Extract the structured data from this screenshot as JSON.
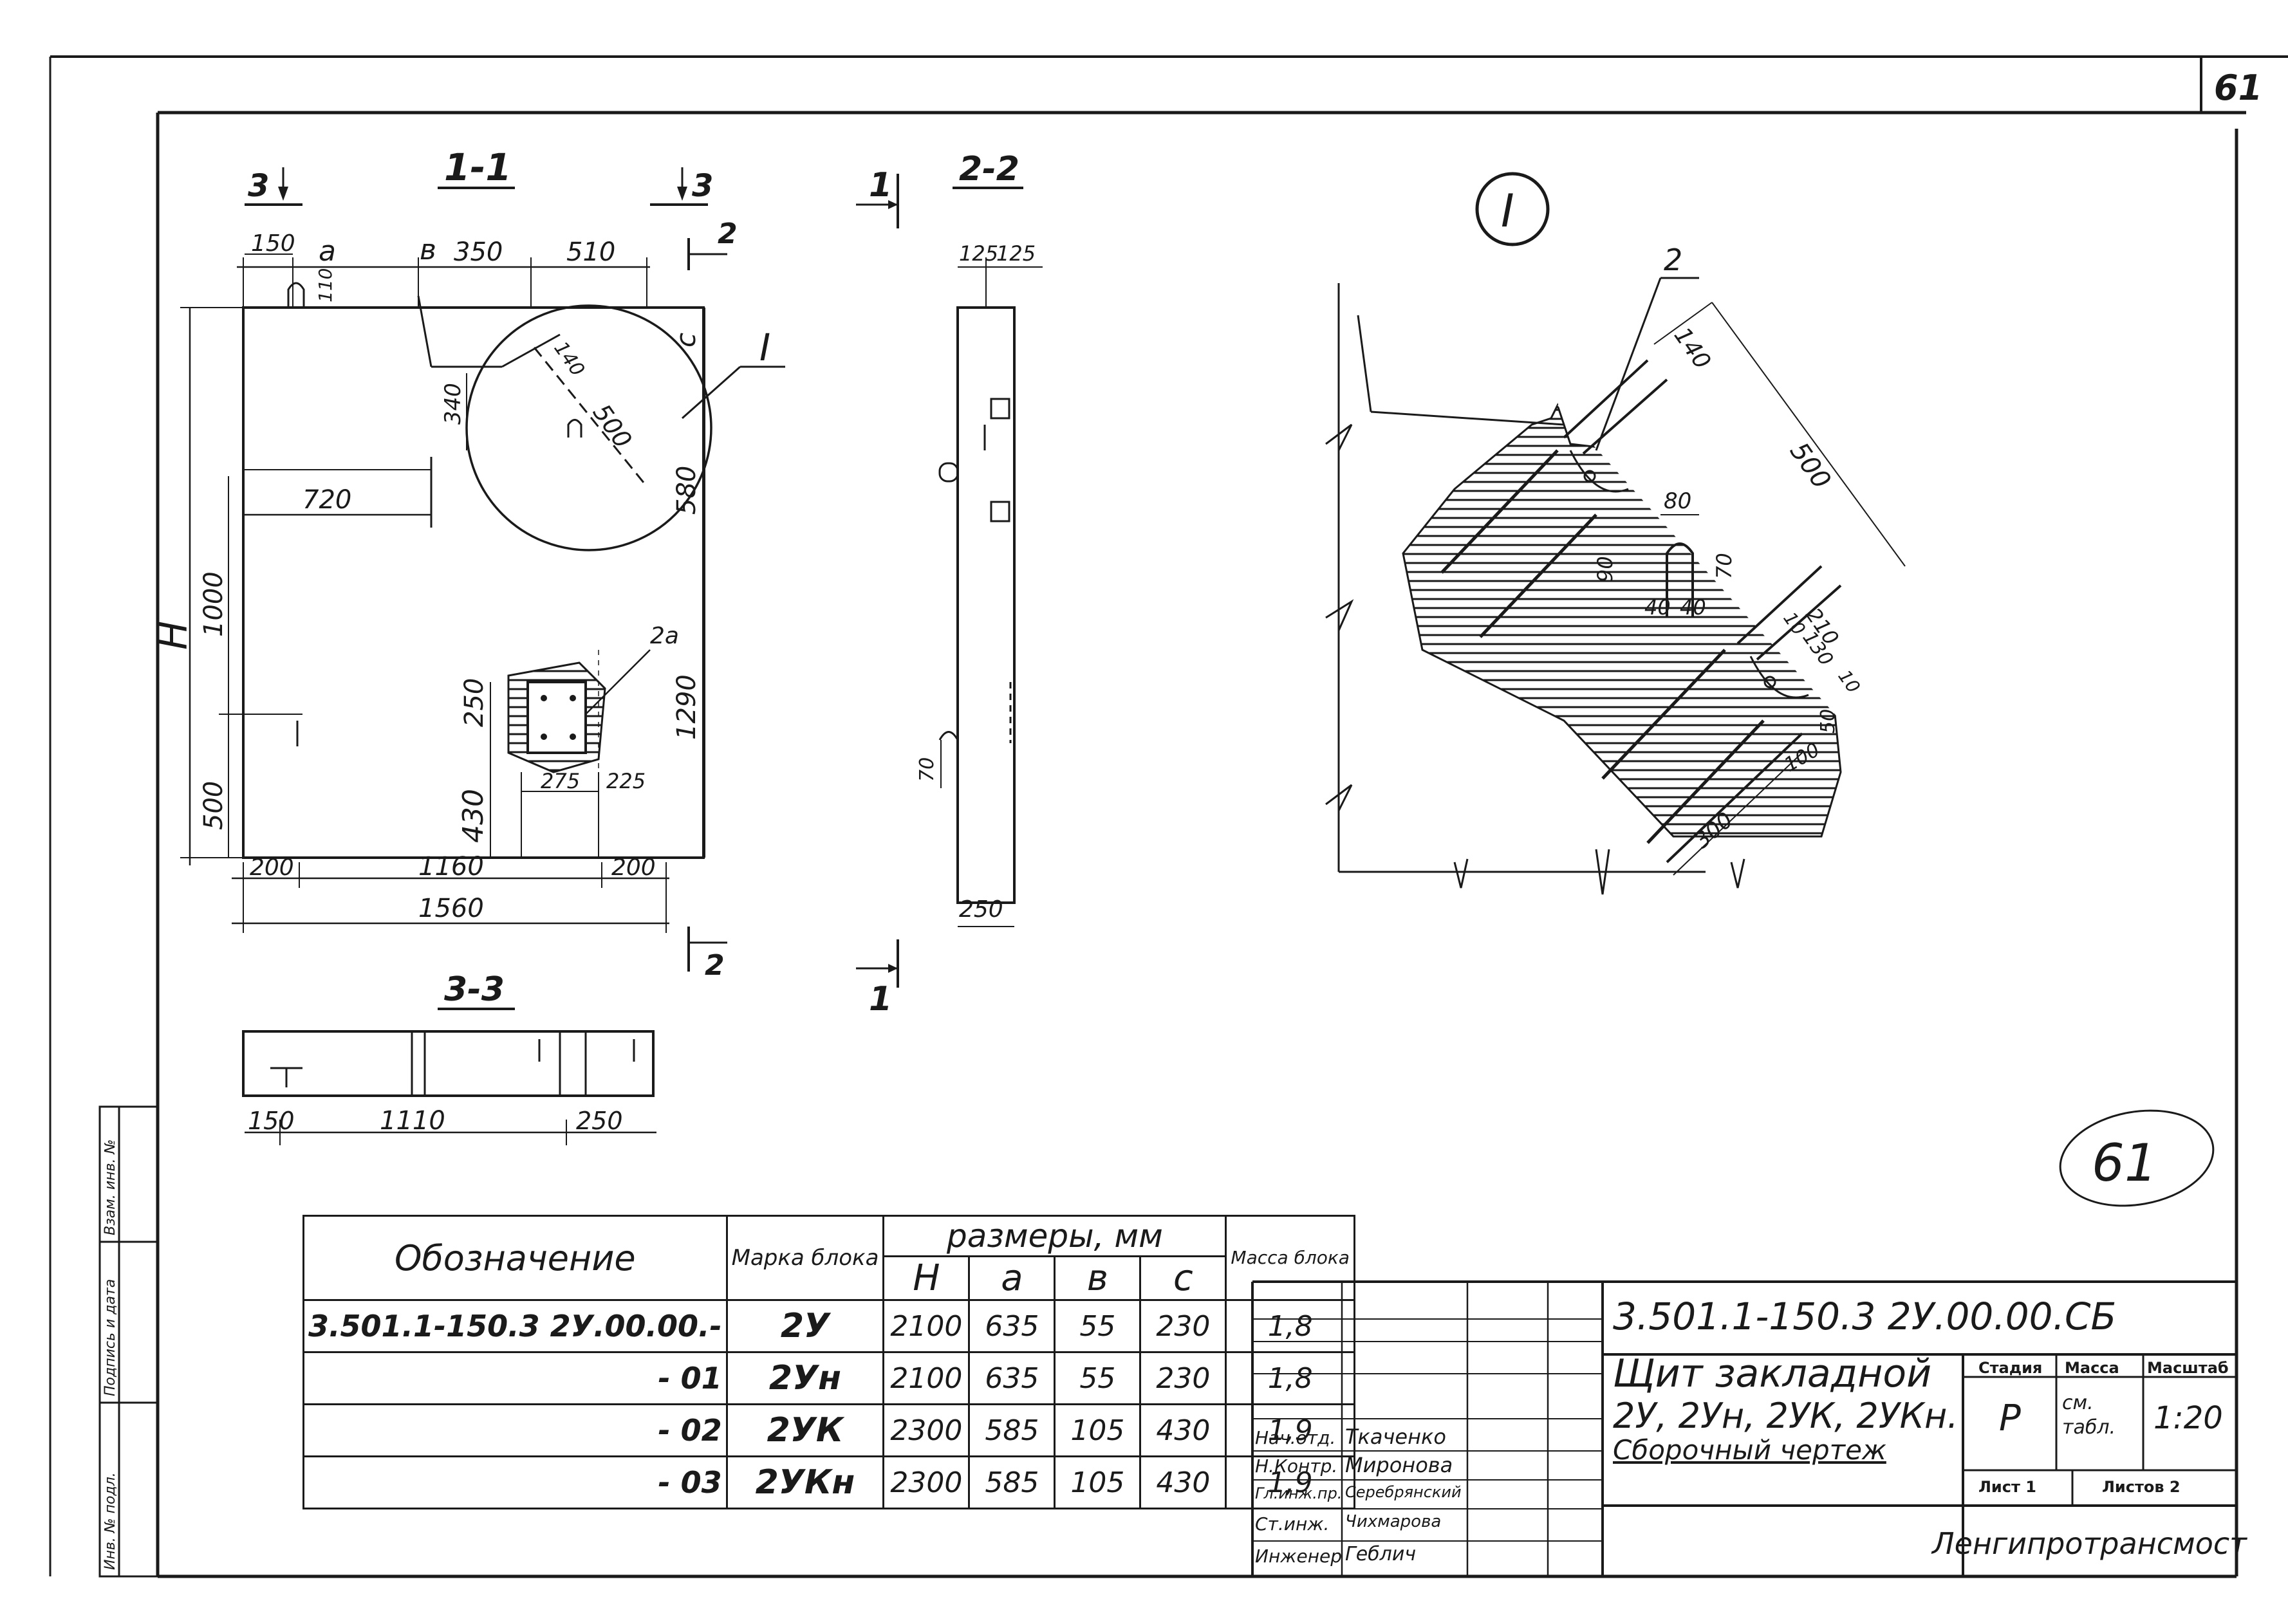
{
  "sheet": {
    "corner_number": "61",
    "stamp_number": "61"
  },
  "side_stamp": {
    "inv_vzam": "Взам. инв. №",
    "sign_date": "Подпись и дата",
    "inv_podl": "Инв. № подл."
  },
  "views": {
    "section_1_1": "1-1",
    "section_2_2": "2-2",
    "section_3_3": "3-3",
    "detail_I": "I",
    "cut_mark_3": "3",
    "cut_mark_2": "2",
    "cut_mark_1": "1"
  },
  "view_1_1": {
    "dim_150": "150",
    "dim_a": "a",
    "dim_b": "в",
    "dim_350": "350",
    "dim_510": "510",
    "dim_110": "110",
    "dim_c": "c",
    "dim_340": "340",
    "dim_140": "140",
    "dim_500": "500",
    "dim_580": "580",
    "dim_720": "720",
    "dim_H": "H",
    "dim_1000": "1000",
    "dim_500b": "500",
    "dim_250": "250",
    "dim_430": "430",
    "dim_275": "275",
    "dim_225": "225",
    "dim_1290": "1290",
    "dim_200a": "200",
    "dim_1160": "1160",
    "dim_200b": "200",
    "dim_1560": "1560",
    "pos_2": "2",
    "pos_2a": "2a",
    "pos_I": "I"
  },
  "view_2_2": {
    "dim_125a": "125",
    "dim_125b": "125",
    "dim_70": "70",
    "dim_250": "250"
  },
  "view_3_3": {
    "dim_150": "150",
    "dim_1110": "1110",
    "dim_250": "250"
  },
  "detail": {
    "pos_2": "2",
    "dim_140": "140",
    "dim_500": "500",
    "dim_80": "80",
    "dim_90": "90",
    "dim_70": "70",
    "dim_40a": "40",
    "dim_40b": "40",
    "dim_210": "210",
    "dim_10a": "10",
    "dim_130": "130",
    "dim_10b": "10",
    "dim_100": "100",
    "dim_50": "50",
    "dim_300": "300"
  },
  "spec_table": {
    "h_designation": "Обозначение",
    "h_mark": "Марка блока",
    "h_sizes": "размеры, мм",
    "h_H": "H",
    "h_a": "a",
    "h_b": "в",
    "h_c": "c",
    "h_mass": "Масса блока",
    "rows": [
      {
        "des": "3.501.1-150.3 2У.00.00.-",
        "mark": "2У",
        "H": "2100",
        "a": "635",
        "b": "55",
        "c": "230",
        "mass": "1,8"
      },
      {
        "des": "- 01",
        "mark": "2Ун",
        "H": "2100",
        "a": "635",
        "b": "55",
        "c": "230",
        "mass": "1,8"
      },
      {
        "des": "- 02",
        "mark": "2УК",
        "H": "2300",
        "a": "585",
        "b": "105",
        "c": "430",
        "mass": "1,9"
      },
      {
        "des": "- 03",
        "mark": "2УКн",
        "H": "2300",
        "a": "585",
        "b": "105",
        "c": "430",
        "mass": "1,9"
      }
    ]
  },
  "title_block": {
    "code": "3.501.1-150.3  2У.00.00.СБ",
    "title_line1": "Щит закладной",
    "title_line2": "2У, 2Ун, 2УК, 2УКн.",
    "title_line3": "Сборочный чертеж",
    "h_stage": "Стадия",
    "h_mass": "Масса",
    "h_scale": "Масштаб",
    "stage": "Р",
    "mass": "см. табл.",
    "scale": "1:20",
    "sheet": "Лист 1",
    "sheets": "Листов 2",
    "org": "Ленгипротрансмост",
    "roles": [
      {
        "role": "Нач.отд.",
        "name": "Ткаченко"
      },
      {
        "role": "Н.Контр.",
        "name": "Миронова"
      },
      {
        "role": "Гл.инж.пр.",
        "name": "Серебрянский"
      },
      {
        "role": "Ст.инж.",
        "name": "Чихмарова"
      },
      {
        "role": "Инженер",
        "name": "Геблич"
      }
    ]
  }
}
